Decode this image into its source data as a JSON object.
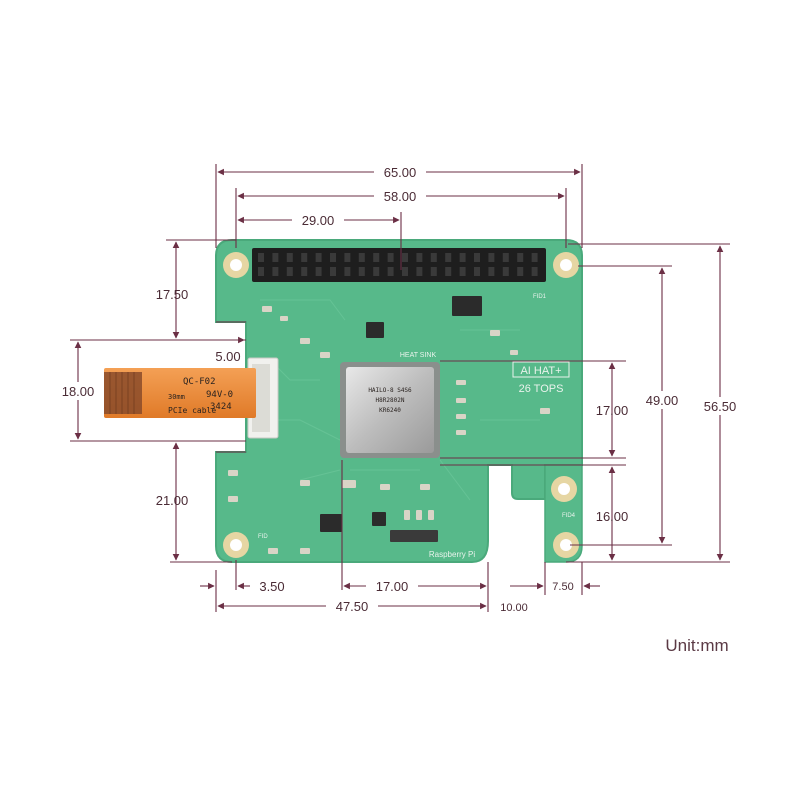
{
  "dimensions": {
    "top_width": "65.00",
    "header_span": "58.00",
    "header_half": "29.00",
    "left_top": "17.50",
    "cable_inset": "5.00",
    "cable_width": "18.00",
    "left_bottom": "21.00",
    "hole_inset": "3.50",
    "chip_offset": "17.00",
    "bottom_span": "47.50",
    "cutout_width": "10.00",
    "right_inset": "7.50",
    "right_chip": "17.00",
    "right_lower": "16.00",
    "hole_span": "49.00",
    "board_height": "56.50"
  },
  "board": {
    "product_name": "AI HAT+",
    "performance": "26 TOPS",
    "heatsink_label": "HEAT SINK",
    "brand": "Raspberry Pi",
    "fid_label_top": "FID1",
    "fid_label_left": "FID",
    "fid_label_right": "FID4"
  },
  "cable": {
    "code": "QC-F02",
    "rating": "94V-0",
    "length": "30mm",
    "date": "3424",
    "type": "PCIe cable"
  },
  "unit_label": "Unit:mm",
  "colors": {
    "pcb": "#57b98a",
    "pcb_edge": "#4aa97b",
    "dim_line": "#6b2f45",
    "cable": "#f08a3a",
    "header": "#1e1e1e",
    "pad": "#e6d6a3"
  }
}
